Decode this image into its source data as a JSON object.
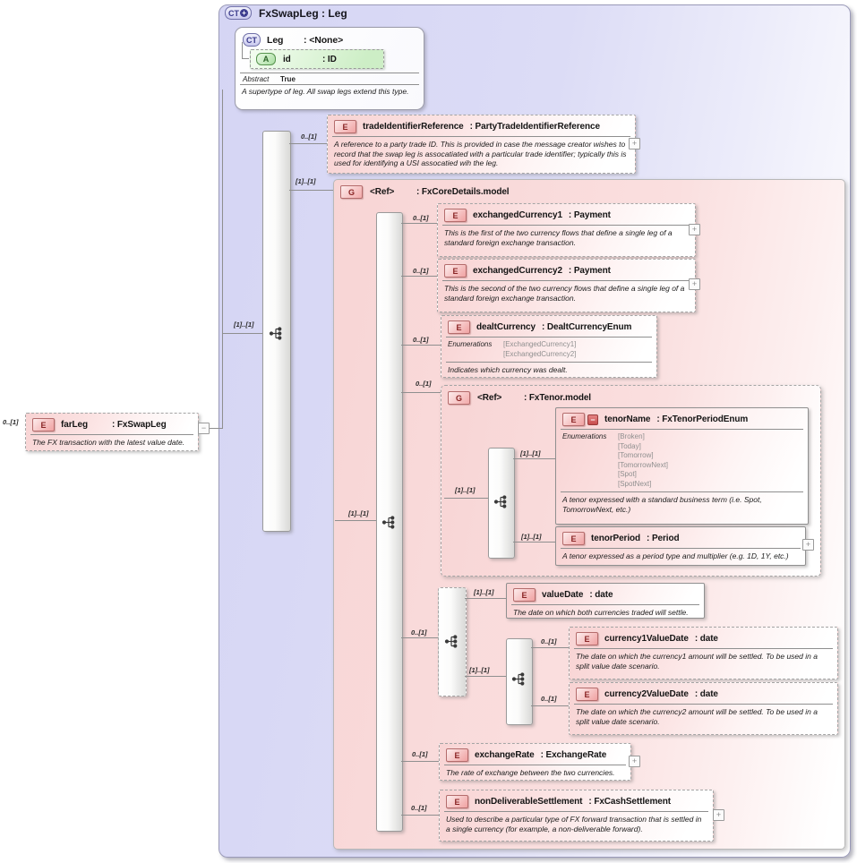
{
  "symbols": {
    "expand": "+",
    "collapse": "−"
  },
  "root": {
    "badge": "CT",
    "title": "FxSwapLeg : Leg"
  },
  "base": {
    "badge": "CT",
    "name": "Leg",
    "type": ": <None>",
    "attribute": {
      "badge": "A",
      "name": "id",
      "type": ": ID"
    },
    "abstract_label": "Abstract",
    "abstract_value": "True",
    "doc": "A supertype of leg. All swap legs extend this type."
  },
  "far_leg": {
    "badge": "E",
    "cardinality": "0..[1]",
    "name": "farLeg",
    "type": ": FxSwapLeg",
    "doc": "The FX transaction with the latest value date."
  },
  "content_seq": {
    "cardinality": "[1]..[1]"
  },
  "trade_identifier_reference": {
    "badge": "E",
    "cardinality": "0..[1]",
    "name": "tradeIdentifierReference",
    "type": ": PartyTradeIdentifierReference",
    "doc": "A reference to a party trade ID. This is provided in case the message creator wishes to record that the swap leg is assocatiated with a particular trade identifier; typically this is used for identifying a USI assocatied wih the leg."
  },
  "core_group": {
    "badge": "G",
    "cardinality": "[1]..[1]",
    "name": "<Ref>",
    "type": ": FxCoreDetails.model",
    "seq": {
      "cardinality": "[1]..[1]"
    },
    "exchanged_currency1": {
      "badge": "E",
      "cardinality": "0..[1]",
      "name": "exchangedCurrency1",
      "type": ": Payment",
      "doc": "This is the first of the two currency flows that define a single leg of a standard foreign exchange transaction."
    },
    "exchanged_currency2": {
      "badge": "E",
      "cardinality": "0..[1]",
      "name": "exchangedCurrency2",
      "type": ": Payment",
      "doc": "This is the second of the two currency flows that define a single leg of a standard foreign exchange transaction."
    },
    "dealt_currency": {
      "badge": "E",
      "cardinality": "0..[1]",
      "name": "dealtCurrency",
      "type": ": DealtCurrencyEnum",
      "enum_label": "Enumerations",
      "enums": [
        "[ExchangedCurrency1]",
        "[ExchangedCurrency2]"
      ],
      "doc": "Indicates which currency was dealt."
    },
    "tenor_group": {
      "badge": "G",
      "cardinality": "0..[1]",
      "name": "<Ref>",
      "type": ": FxTenor.model",
      "seq": {
        "cardinality": "[1]..[1]"
      },
      "tenor_name": {
        "badge": "E",
        "cardinality": "[1]..[1]",
        "name": "tenorName",
        "type": ": FxTenorPeriodEnum",
        "enum_label": "Enumerations",
        "enums": [
          "[Broken]",
          "[Today]",
          "[Tomorrow]",
          "[TomorrowNext]",
          "[Spot]",
          "[SpotNext]"
        ],
        "doc": "A tenor expressed with a standard business term (i.e. Spot, TomorrowNext, etc.)"
      },
      "tenor_period": {
        "badge": "E",
        "cardinality": "[1]..[1]",
        "name": "tenorPeriod",
        "type": ": Period",
        "doc": "A tenor expressed as a period type and multiplier (e.g. 1D, 1Y, etc.)"
      }
    },
    "value_date_choice": {
      "cardinality": "0..[1]",
      "value_date": {
        "badge": "E",
        "cardinality": "[1]..[1]",
        "name": "valueDate",
        "type": ": date",
        "doc": "The date on which both currencies traded will settle."
      },
      "split_seq": {
        "cardinality": "[1]..[1]"
      },
      "currency1_value_date": {
        "badge": "E",
        "cardinality": "0..[1]",
        "name": "currency1ValueDate",
        "type": ": date",
        "doc": "The date on which the currency1 amount will be settled. To be used in a split value date scenario."
      },
      "currency2_value_date": {
        "badge": "E",
        "cardinality": "0..[1]",
        "name": "currency2ValueDate",
        "type": ": date",
        "doc": "The date on which the currency2 amount will be settled. To be used in a split value date scenario."
      }
    },
    "exchange_rate": {
      "badge": "E",
      "cardinality": "0..[1]",
      "name": "exchangeRate",
      "type": ": ExchangeRate",
      "doc": "The rate of exchange between the two currencies."
    },
    "non_deliverable_settlement": {
      "badge": "E",
      "cardinality": "0..[1]",
      "name": "nonDeliverableSettlement",
      "type": ": FxCashSettlement",
      "doc": "Used to describe a particular type of FX forward transaction that is settled in a single currency (for example, a non-deliverable forward)."
    }
  }
}
